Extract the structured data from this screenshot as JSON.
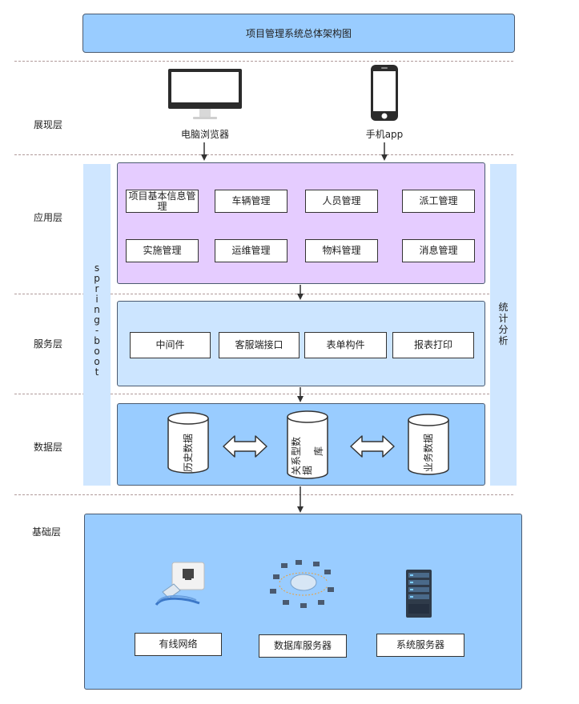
{
  "title": "项目管理系统总体架构图",
  "layers": {
    "presentation": "展现层",
    "application": "应用层",
    "service": "服务层",
    "data": "数据层",
    "base": "基础层"
  },
  "devices": {
    "browser": "电脑浏览器",
    "mobile": "手机app"
  },
  "side_left": [
    "s",
    "p",
    "r",
    "i",
    "n",
    "g",
    "-",
    "b",
    "o",
    "o",
    "t"
  ],
  "side_right": [
    "统",
    "计",
    "分",
    "析"
  ],
  "app_modules": {
    "row1": [
      "项目基本信息管理",
      "车辆管理",
      "人员管理",
      "派工管理"
    ],
    "row2": [
      "实施管理",
      "运维管理",
      "物料管理",
      "消息管理"
    ]
  },
  "services": [
    "中间件",
    "客服端接口",
    "表单构件",
    "报表打印"
  ],
  "databases": {
    "history": [
      "历",
      "史",
      "数",
      "据"
    ],
    "relational": [
      "关",
      "系",
      "型",
      "数",
      "据",
      "库"
    ],
    "business": [
      "业",
      "务",
      "数",
      "据"
    ]
  },
  "infrastructure": [
    "有线网络",
    "数据库服务器",
    "系统服务器"
  ],
  "colors": {
    "title_fill": "#99ccff",
    "app_fill": "#e5ccff",
    "service_fill": "#cce5ff",
    "data_fill": "#99ccff",
    "base_fill": "#99ccff",
    "side_fill": "#cfe6ff"
  }
}
